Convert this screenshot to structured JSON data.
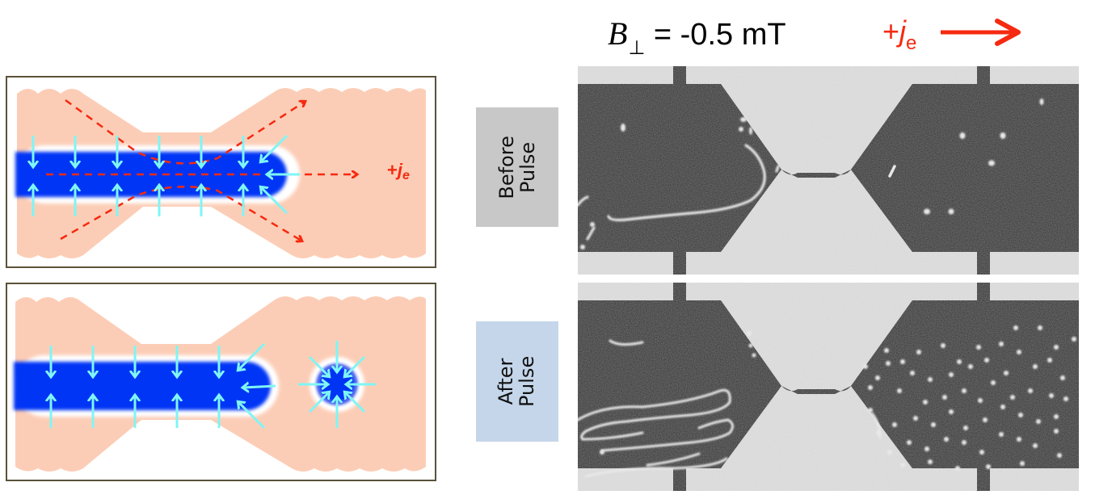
{
  "header": {
    "field_symbol": "B",
    "field_subscript": "⊥",
    "field_value": " = -0.5 mT",
    "current_prefix": "+",
    "current_symbol": "j",
    "current_subscript": "e",
    "current_arrow_icon": "right-arrow-icon",
    "current_color": "#f52a10"
  },
  "schematic": {
    "top_panel": {
      "label_prefix": "+",
      "label_symbol": "j",
      "label_subscript": "e",
      "description": "Stripe domain with inward spin arrows and current flow lines through constriction"
    },
    "bottom_panel": {
      "description": "Stripe domain retracted and skyrmion bubble formed to the right of constriction"
    },
    "colors": {
      "device": "#fccdb6",
      "domain": "#0034f5",
      "spin_arrow": "#7ff5f5",
      "current_line": "#f52a10",
      "frame": "#5a5238"
    }
  },
  "rows": [
    {
      "label_line1": "Before",
      "label_line2": "Pulse",
      "label_bg": "#c8c8c8"
    },
    {
      "label_line1": "After",
      "label_line2": "Pulse",
      "label_bg": "#c5d6ea"
    }
  ],
  "micrographs": {
    "colors": {
      "background": "#e2e2e2",
      "film": "#141414",
      "domain": "#e8e8e8"
    }
  }
}
